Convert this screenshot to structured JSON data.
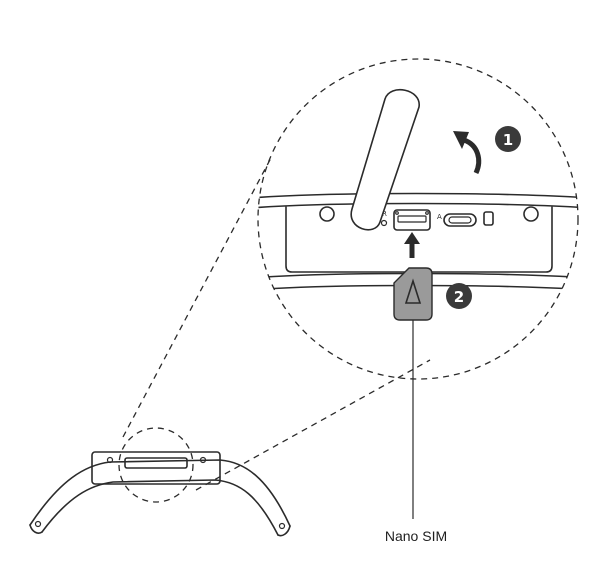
{
  "diagram": {
    "steps": [
      {
        "number": "1",
        "action": "open-cover"
      },
      {
        "number": "2",
        "action": "insert-sim"
      }
    ],
    "port_marks": {
      "reset": "R",
      "usb": "A"
    },
    "sim_label": "Nano SIM",
    "icons": [
      "rotate-arrow-icon",
      "up-arrow-icon",
      "sim-card-icon"
    ],
    "colors": {
      "line": "#2b2b2b",
      "badge": "#3a3a3a",
      "sim_card": "#9a9a9a"
    }
  }
}
